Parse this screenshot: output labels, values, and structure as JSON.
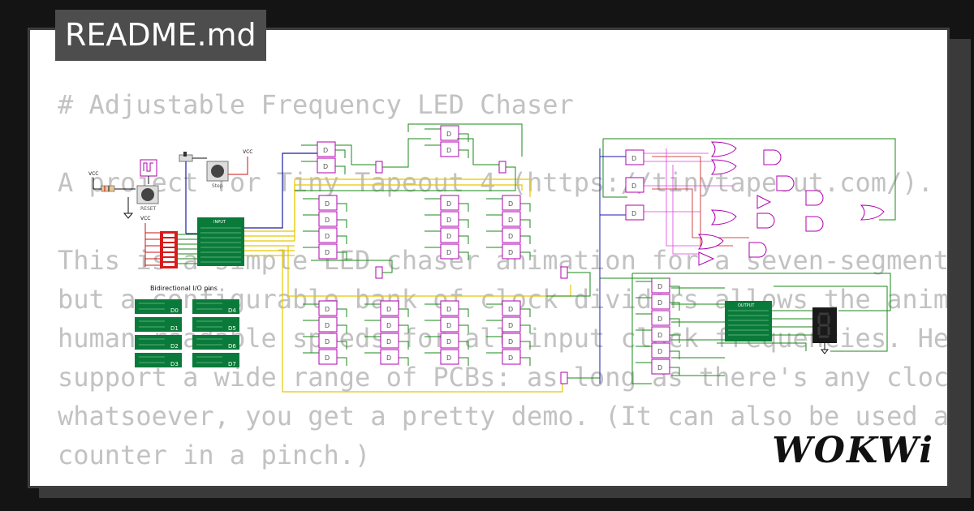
{
  "tab": {
    "label": "README.md"
  },
  "readme": {
    "lines": [
      "# Adjustable Frequency LED Chaser",
      "",
      "A project for Tiny Tapeout 4 (https://tinytapeout.com/).",
      "",
      "This is a simple LED chaser animation for a seven-segment display,",
      "but a configurable bank of clock dividers allows the animation at",
      "human-readable speeds for all input clock frequencies. Hence it can",
      "support a wide range of PCBs: as long as there's any clock input",
      "whatsoever, you get a pretty demo. (It can also be used as a",
      "counter in a pinch.)"
    ]
  },
  "diagram": {
    "vcc_label": "VCC",
    "reset_label": "RESET",
    "step_label": "Step",
    "input_header": "INPUT",
    "output_header": "OUTPUT",
    "bidir_title": "Bidirectional I/O pins",
    "bidir_labels": [
      "D0",
      "D1",
      "D2",
      "D3",
      "D4",
      "D5",
      "D6",
      "D7"
    ],
    "dff_label": "D",
    "colors": {
      "wire_green": "#1a8a1a",
      "wire_yellow": "#e6c800",
      "wire_blue": "#1a1aa8",
      "wire_red": "#c81414",
      "gate": "#b000b0",
      "board": "#0a7a3a",
      "dip": "#d81c1c"
    }
  },
  "brand": {
    "logo": "WOKWi"
  }
}
